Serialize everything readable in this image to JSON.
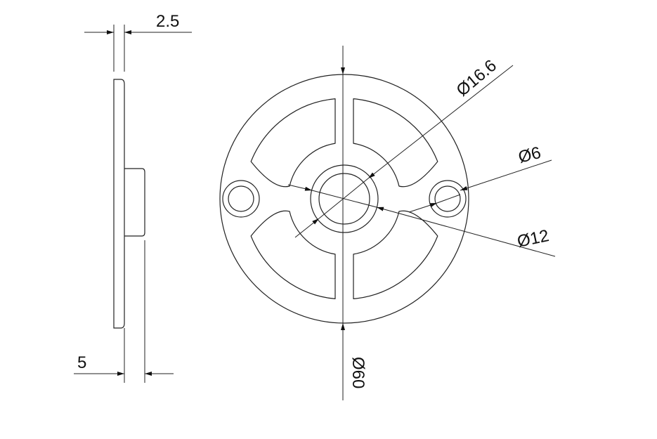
{
  "drawing": {
    "side_view": {
      "dimensions": [
        {
          "label": "2.5"
        },
        {
          "label": "5"
        }
      ]
    },
    "front_view": {
      "dimensions": [
        {
          "label": "Ø16.6"
        },
        {
          "label": "Ø6"
        },
        {
          "label": "Ø12"
        },
        {
          "label": "Ø60"
        }
      ]
    },
    "line_color": "#222222"
  }
}
